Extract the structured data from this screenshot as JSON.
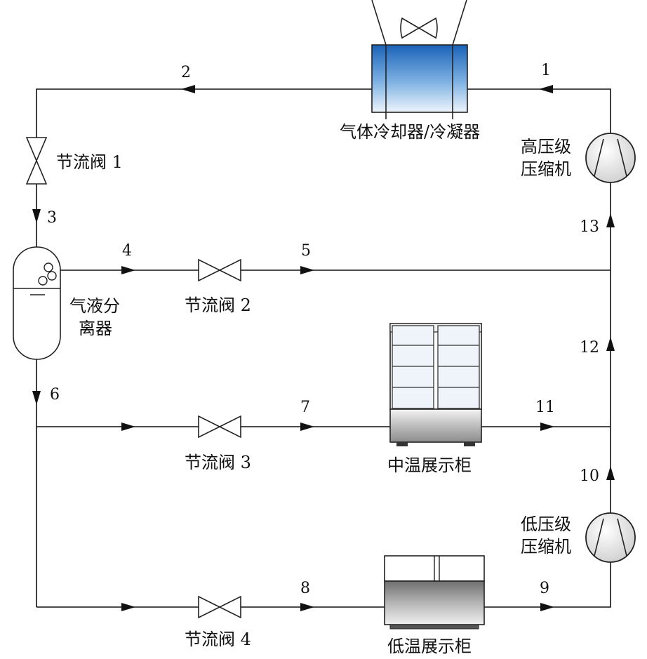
{
  "points": {
    "p1": "1",
    "p2": "2",
    "p3": "3",
    "p4": "4",
    "p5": "5",
    "p6": "6",
    "p7": "7",
    "p8": "8",
    "p9": "9",
    "p10": "10",
    "p11": "11",
    "p12": "12",
    "p13": "13"
  },
  "labels": {
    "condenser": "气体冷却器/冷凝器",
    "valve1": "节流阀 1",
    "valve2": "节流阀 2",
    "valve3": "节流阀 3",
    "valve4": "节流阀 4",
    "separator_line1": "气液分",
    "separator_line2": "离器",
    "hp_comp_line1": "高压级",
    "hp_comp_line2": "压缩机",
    "lp_comp_line1": "低压级",
    "lp_comp_line2": "压缩机",
    "mt_cabinet": "中温展示柜",
    "lt_cabinet": "低温展示柜"
  },
  "colors": {
    "line": "#111111",
    "condenser_top": "#1a63b8",
    "condenser_bottom": "#e6f0fb",
    "cabinet_glass": "#e8f1fa",
    "cabinet_base_dark": "#8a8a8a",
    "cabinet_base_light": "#f2f2f2"
  }
}
